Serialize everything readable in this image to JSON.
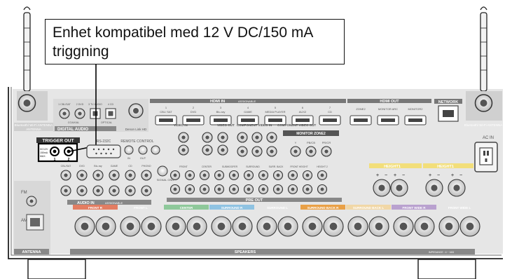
{
  "callout": {
    "line1": "Enhet kompatibel med 12 V DC/150 mA",
    "line2": "triggning"
  },
  "panel": {
    "antenna_left": "Bluetooth/ Wi-Fi ANTENNA",
    "antenna_right": "Bluetooth/ Wi-Fi ANTENNA",
    "ac_in": "AC IN",
    "network": "NETWORK",
    "hdmi_in": "HDMI IN",
    "hdmi_in_badge": "ASSIGNABLE",
    "hdmi_in_ports": [
      {
        "num": "1",
        "name": "CBL/ SAT"
      },
      {
        "num": "2",
        "name": "DVD"
      },
      {
        "num": "3",
        "name": "Blu-ray"
      },
      {
        "num": "4",
        "name": "GAME"
      },
      {
        "num": "5",
        "name": "MEDIA PLAYER"
      },
      {
        "num": "6",
        "name": "AUX2"
      },
      {
        "num": "7",
        "name": "CD"
      }
    ],
    "hdmi_out": "HDMI OUT",
    "hdmi_out_ports": [
      "ZONE2",
      "MONITOR ARC",
      "MONITOR2"
    ],
    "digital_audio": "DIGITAL AUDIO",
    "digital_ports": [
      "1 CBL/SAT",
      "2 DVD",
      "3 TV AUDIO",
      "4 CD"
    ],
    "coaxial": "COAXIAL",
    "optical": "OPTICAL",
    "denon_link": "Denon Link HD",
    "trigger_out": "TRIGGER OUT",
    "trigger_spec": "DC12V 150mA MAX.",
    "trigger_nums": [
      "1",
      "2"
    ],
    "rs232c": "RS-232C",
    "remote_control": "REMOTE CONTROL",
    "remote_in": "IN",
    "remote_out": "OUT",
    "ir_flasher": "IR FLASHER",
    "signal_gnd": "SIGNAL GND",
    "video_in": "VIDEO IN",
    "video_out": "VIDEO OUT",
    "component_video_in": "COMPONENT VIDEO IN",
    "component_video_out": "COMPONENT VIDEO OUT",
    "monitor_zone2": "MONITOR ZONE2",
    "component_cols": [
      "Y",
      "PB/CB",
      "PR/CR"
    ],
    "audio_in": "AUDIO IN",
    "audio_in_badge": "ASSIGNABLE",
    "audio_in_ports": [
      "CBL/SAT",
      "DVD",
      "Blu-ray",
      "GAME",
      "CD",
      "PHONO"
    ],
    "audio_out": "AUDIO OUT",
    "zones_out": [
      "ZONE2",
      "ZONE3"
    ],
    "pre_out": "PRE OUT",
    "pre_out_channels": [
      "FRONT",
      "CENTER",
      "SUBWOOFER",
      "SURROUND",
      "SURR. BACK",
      "FRONT HEIGHT",
      "HEIGHT 2"
    ],
    "fm": "FM",
    "am": "AM",
    "antenna": "ANTENNA",
    "speakers": "SPEAKERS",
    "impedance": "IMPEDANCE : 4 ~ 16Ω",
    "height_left": "HEIGHT1",
    "height_right": "HEIGHT1",
    "speaker_groups": [
      {
        "label": "FRONT",
        "side": "R",
        "color": "#e37d62"
      },
      {
        "label": "FRONT",
        "side": "L",
        "color": "#e6e6e6"
      },
      {
        "label": "CENTER",
        "side": "",
        "color": "#8ec89a"
      },
      {
        "label": "SURROUND",
        "side": "R",
        "color": "#8fc3e2"
      },
      {
        "label": "SURROUND",
        "side": "L",
        "color": "#e6e6e6"
      },
      {
        "label": "SURROUND BACK",
        "side": "R",
        "color": "#e9a046"
      },
      {
        "label": "SURROUND BACK",
        "side": "L",
        "color": "#f1d7a6"
      },
      {
        "label": "FRONT WIDE",
        "side": "R",
        "color": "#b9a1cf"
      },
      {
        "label": "FRONT WIDE",
        "side": "L",
        "color": "#e6e6e6"
      }
    ],
    "colors": {
      "panel": "#e5e5e5",
      "frame": "#2a2a2a",
      "trigger": "#111111",
      "height": "#f2de7a"
    }
  }
}
